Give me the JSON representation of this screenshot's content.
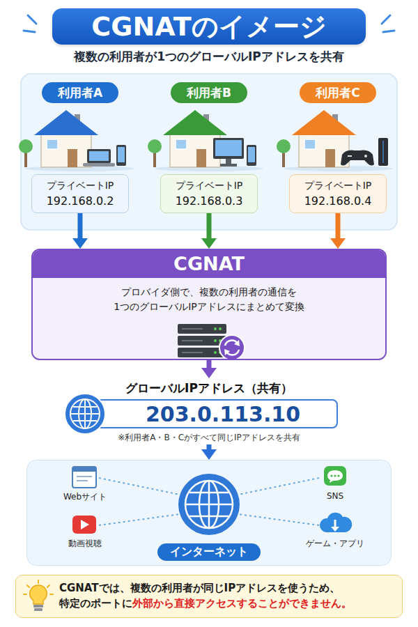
{
  "diagram": {
    "title": "CGNATのイメージ",
    "nodes": [
      {
        "text": [
          "利用者A"
        ]
      },
      {
        "text": [
          "プライベートIP",
          "192.168.0.2"
        ]
      },
      {
        "text": [
          "利用者B"
        ]
      },
      {
        "text": [
          "プライベートIP",
          "192.168.0.3"
        ]
      },
      {
        "text": [
          "利用者C"
        ]
      },
      {
        "text": [
          "プライベートIP",
          "192.168.0.4"
        ]
      },
      {
        "text": [
          "CGNAT",
          "プロバイダ側で、複数の利用者の通信を 1つのグローバルIPアドレスにまとめて変換"
        ]
      },
      {
        "text": [
          "グローバルIPアドレス（共有）",
          "203.0.113.10",
          "※利用者A・B・Cがすべて同じIPアドレスを共有"
        ]
      },
      {
        "text": [
          "インターネット"
        ]
      },
      {
        "text": [
          "CGNATでは、複数の利用者が同じIPアドレスを使うため、特定のポートに",
          "外部から直接アクセスすることができません。"
        ]
      }
    ],
    "edges": [
      {
        "from": 1,
        "to": 6,
        "arrow": "to"
      },
      {
        "from": 3,
        "to": 6,
        "arrow": "to"
      },
      {
        "from": 5,
        "to": 6,
        "arrow": "to"
      },
      {
        "from": 6,
        "to": 7,
        "arrow": "to"
      },
      {
        "from": 7,
        "to": 8,
        "arrow": "to"
      }
    ],
    "labels": [
      "複数の利用者が1つのグローバルIPアドレスを共有",
      "Webサイト",
      "動画視聴",
      "SNS",
      "ゲーム・アプリ"
    ]
  }
}
